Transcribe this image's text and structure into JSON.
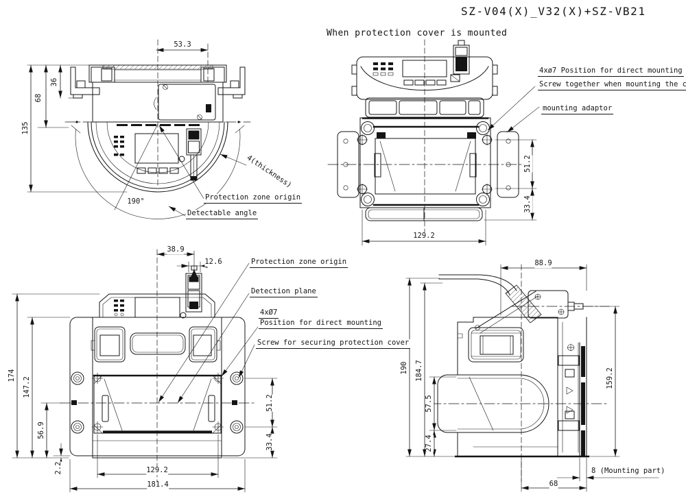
{
  "drawing": {
    "title": "SZ-V04(X)_V32(X)+SZ-VB21",
    "subtitle": "When protection cover is mounted",
    "ink_color": "#141414",
    "background_color": "#ffffff",
    "views": {
      "top_view": {
        "dims": {
          "top_width": "53.3",
          "inner_height": "36",
          "mid_height": "68",
          "total_height": "135",
          "detectable_angle": "190°"
        },
        "labels": {
          "protection_zone_origin": "Protection zone origin",
          "detectable_angle": "Detectable angle",
          "cover_thickness": "4(thickness)"
        }
      },
      "front_view": {
        "dims": {
          "hole_span_v": "51.2",
          "bottom_offset": "33.4",
          "hole_span_h": "129.2"
        },
        "labels": {
          "direct_mounting": "4xø7 Position for direct mounting",
          "screw_note": "Screw together when mounting the cover",
          "mounting_adaptor": "mounting adaptor"
        }
      },
      "rear_view": {
        "dims": {
          "origin_offset": "38.9",
          "connector_width": "12.6",
          "total_height": "174",
          "body_height": "147.2",
          "lower_height": "56.9",
          "plate_offset": "2.2",
          "hole_span_v": "51.2",
          "bottom_offset": "33.4",
          "hole_span_h": "129.2",
          "total_width": "181.4"
        },
        "labels": {
          "protection_zone_origin": "Protection zone origin",
          "detection_plane": "Detection plane",
          "hole_spec": "4xØ7",
          "direct_mounting": "Position for direct mounting",
          "screw_note": "Screw for securing protection cover"
        }
      },
      "side_view": {
        "dims": {
          "top_depth": "88.9",
          "total_height": "190",
          "body_height": "184.7",
          "window_height": "57.5",
          "bottom_offset": "27.4",
          "mount_height": "159.2",
          "body_depth": "68"
        },
        "labels": {
          "mounting_part": "8 (Mounting part)"
        }
      }
    }
  }
}
